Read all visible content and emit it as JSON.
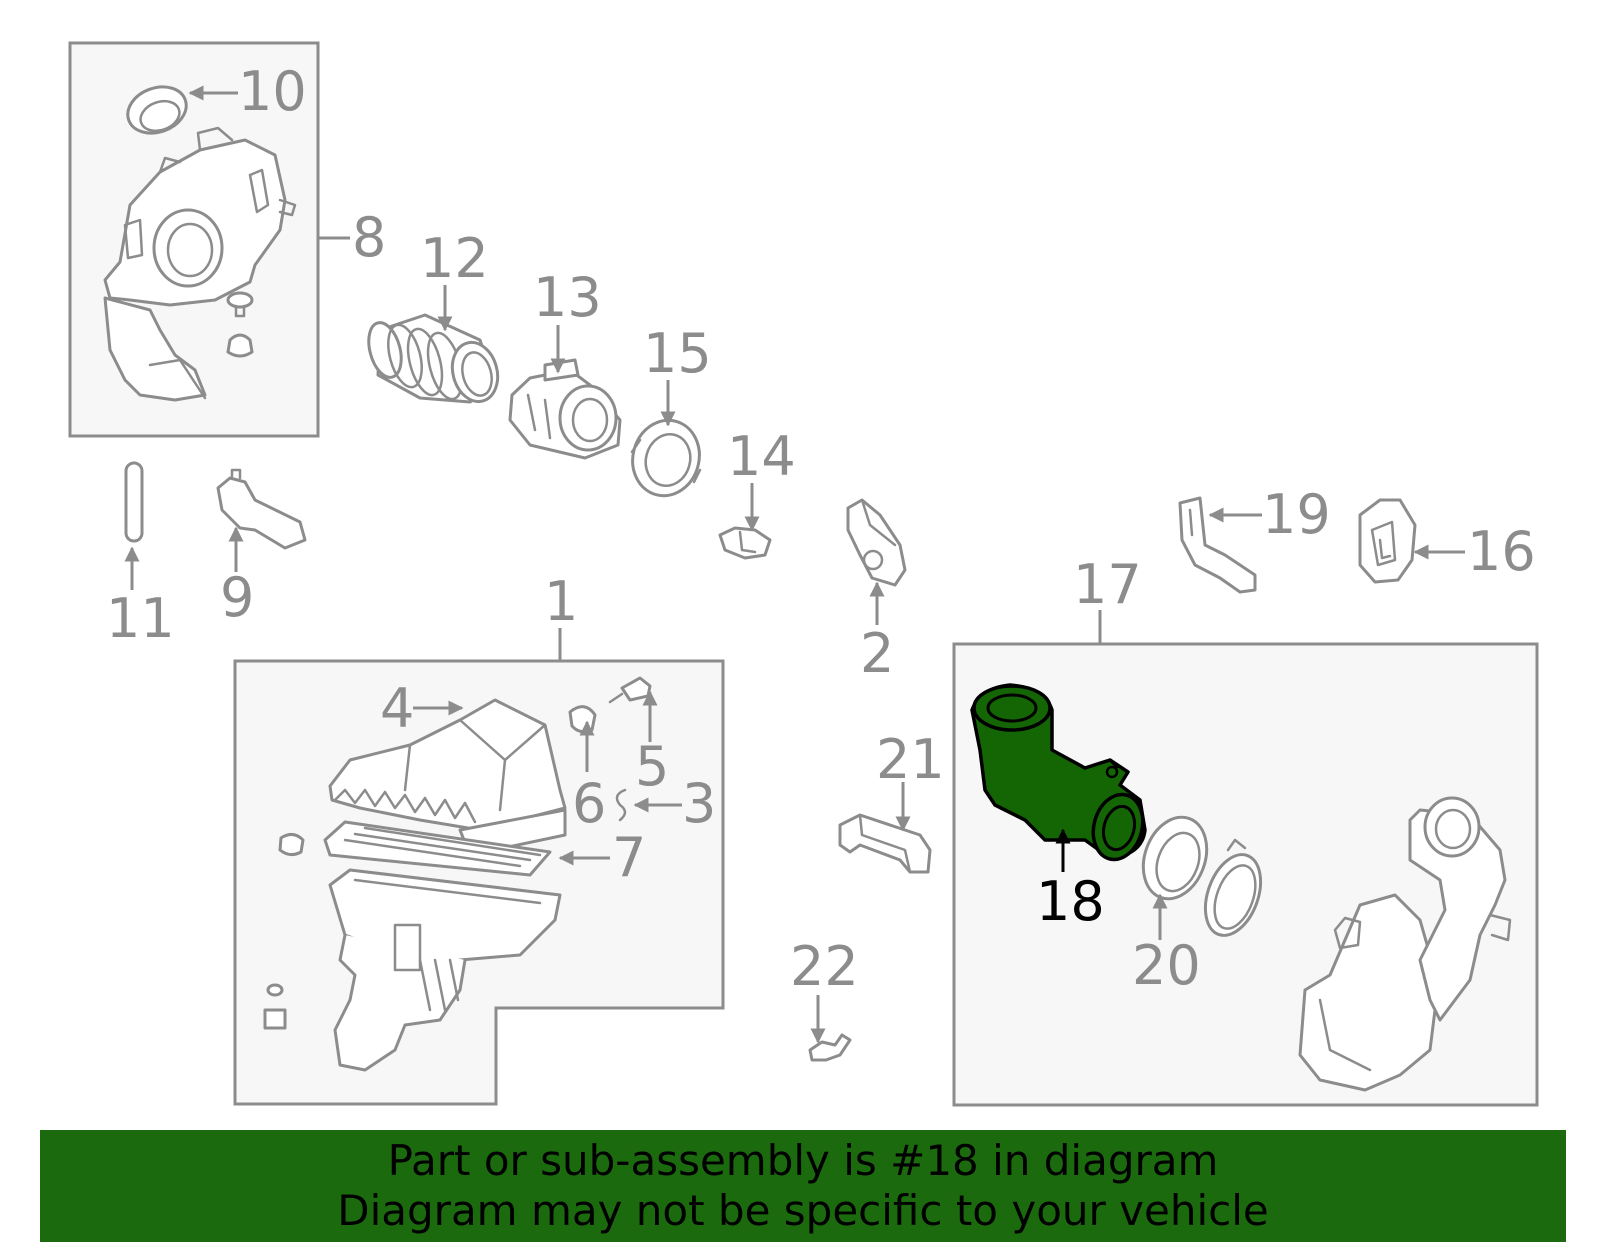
{
  "diagram": {
    "callouts": {
      "c1": "1",
      "c2": "2",
      "c3": "3",
      "c4": "4",
      "c5": "5",
      "c6": "6",
      "c7": "7",
      "c8": "8",
      "c9": "9",
      "c10": "10",
      "c11": "11",
      "c12": "12",
      "c13": "13",
      "c14": "14",
      "c15": "15",
      "c16": "16",
      "c17": "17",
      "c18": "18",
      "c19": "19",
      "c20": "20",
      "c21": "21",
      "c22": "22"
    },
    "highlighted_part": "18",
    "colors": {
      "line": "#8c8c8c",
      "highlight_fill": "#146605",
      "banner": "#1b6b0e"
    }
  },
  "banner": {
    "line1": "Part or sub-assembly is #18 in diagram",
    "line2": "Diagram may not be specific to your vehicle"
  }
}
